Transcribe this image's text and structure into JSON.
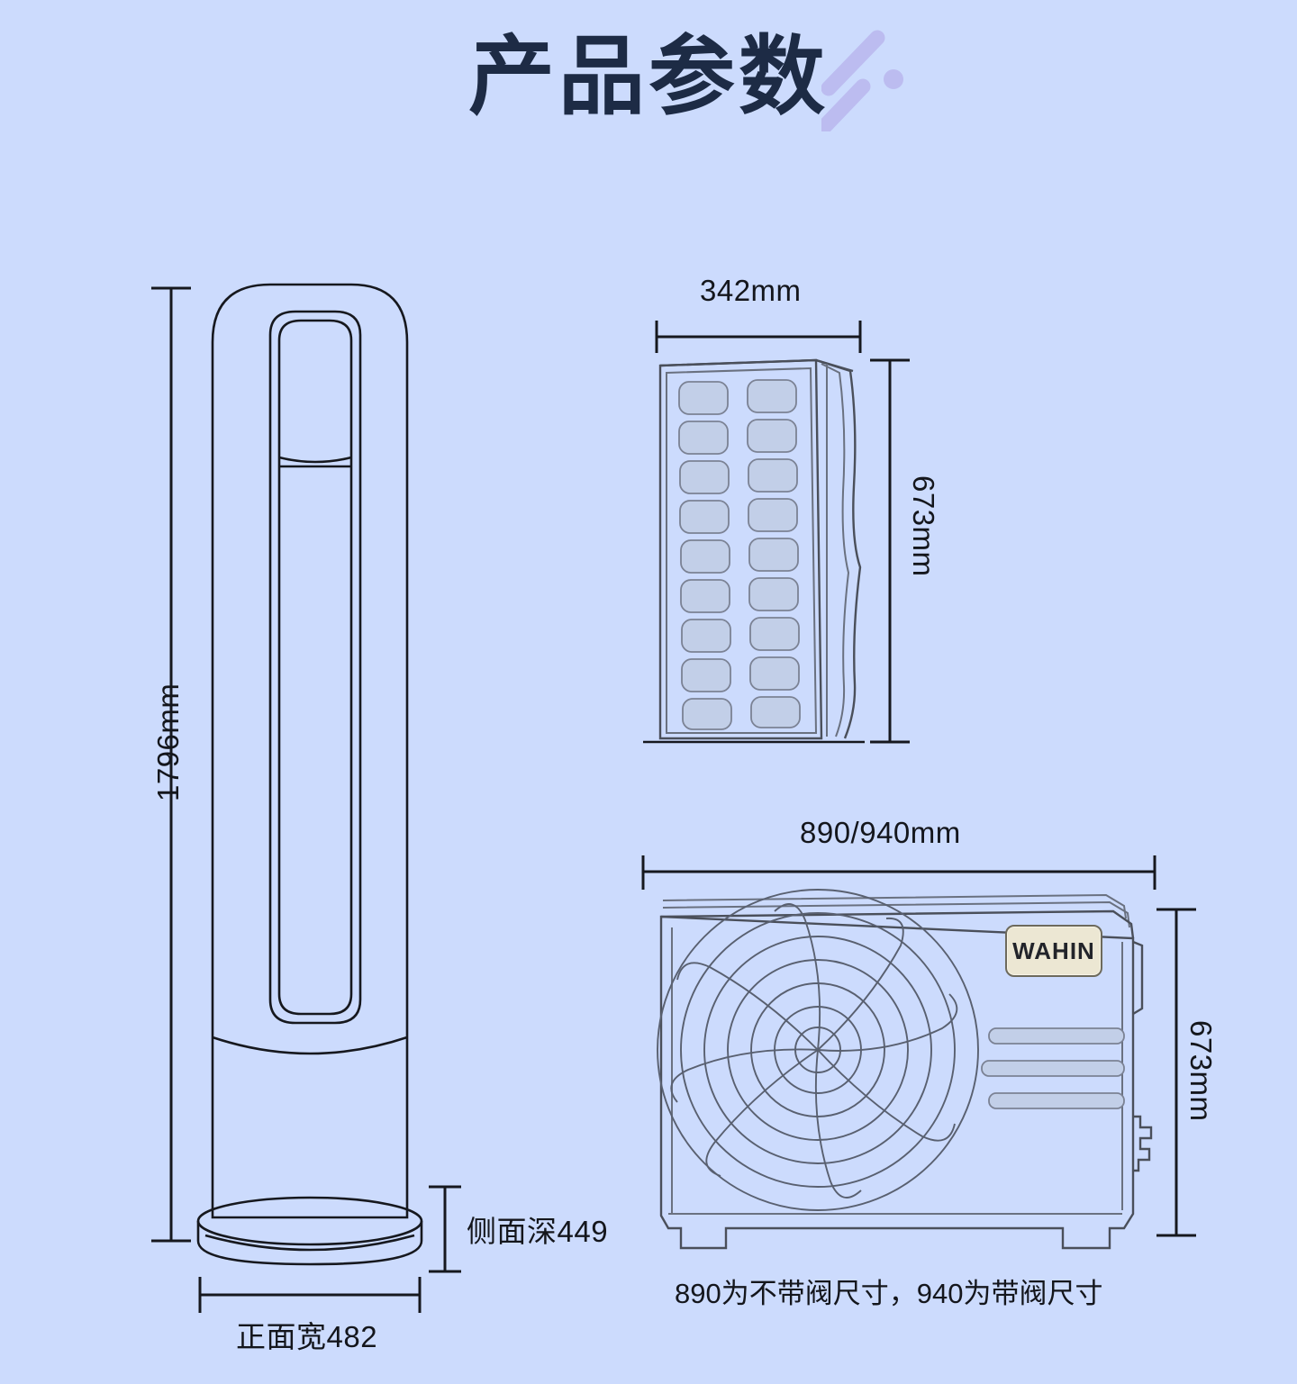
{
  "page": {
    "title": "产品参数",
    "background_color": "#ccdbfd",
    "title_color": "#1d2b45",
    "deco_color": "#bcbcf0"
  },
  "indoor_unit": {
    "name": "indoor-floor-standing-unit",
    "dimensions": {
      "height": "1796mm",
      "front_width": "正面宽482",
      "side_depth": "侧面深449"
    }
  },
  "outdoor_unit_side": {
    "name": "outdoor-unit-side-view",
    "dimensions": {
      "width": "342mm",
      "height": "673mm"
    },
    "grille": {
      "columns": 2,
      "rows": 9
    }
  },
  "outdoor_unit_front": {
    "name": "outdoor-unit-front-view",
    "dimensions": {
      "width": "890/940mm",
      "height": "673mm"
    },
    "brand_badge": "WAHIN",
    "badge_color": "#ece7d3",
    "vent_slots": 3,
    "note": "890为不带阀尺寸，940为带阀尺寸"
  }
}
